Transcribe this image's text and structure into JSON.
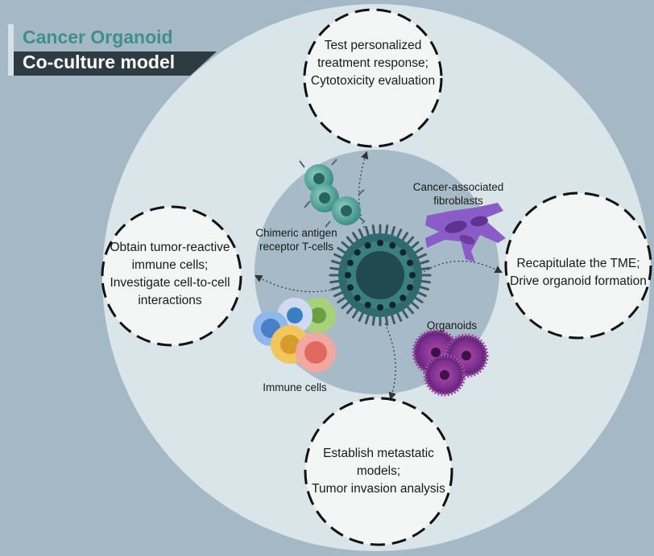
{
  "title": {
    "line1": "Cancer Organoid",
    "line2": "Co-culture model"
  },
  "colors": {
    "background": "#a4b8c6",
    "outer_ring": "#d9e5e9",
    "inner_core": "#a6bac8",
    "node_fill": "#f3f6f5",
    "title_accent": "#3f8f8a",
    "title_dark": "#2f3b42",
    "organoid_teal": "#2f6b6e",
    "fibroblast_purple": "#8a5cc7",
    "organoid_purple": "#7b2f8f"
  },
  "nodes": {
    "top": {
      "lines": [
        "Test personalized",
        "treatment response;",
        "Cytotoxicity evaluation"
      ]
    },
    "left": {
      "lines": [
        "Obtain tumor-reactive",
        "immune cells;",
        "Investigate cell-to-cell",
        "interactions"
      ]
    },
    "right": {
      "lines": [
        "Recapitulate the TME;",
        "Drive organoid formation"
      ]
    },
    "bottom": {
      "lines": [
        "Establish metastatic",
        "models;",
        "Tumor invasion analysis"
      ]
    }
  },
  "cells": {
    "car_t": {
      "lines": [
        "Chimeric antigen",
        "receptor T-cells"
      ],
      "icon": "car-t-cells-icon"
    },
    "caf": {
      "lines": [
        "Cancer-associated",
        "fibroblasts"
      ],
      "icon": "fibroblast-icon"
    },
    "immune": {
      "lines": [
        "Immune cells"
      ],
      "icon": "immune-cells-icon"
    },
    "organoids": {
      "lines": [
        "Organoids"
      ],
      "icon": "organoids-icon"
    },
    "center": {
      "icon": "tumor-organoid-icon"
    }
  }
}
